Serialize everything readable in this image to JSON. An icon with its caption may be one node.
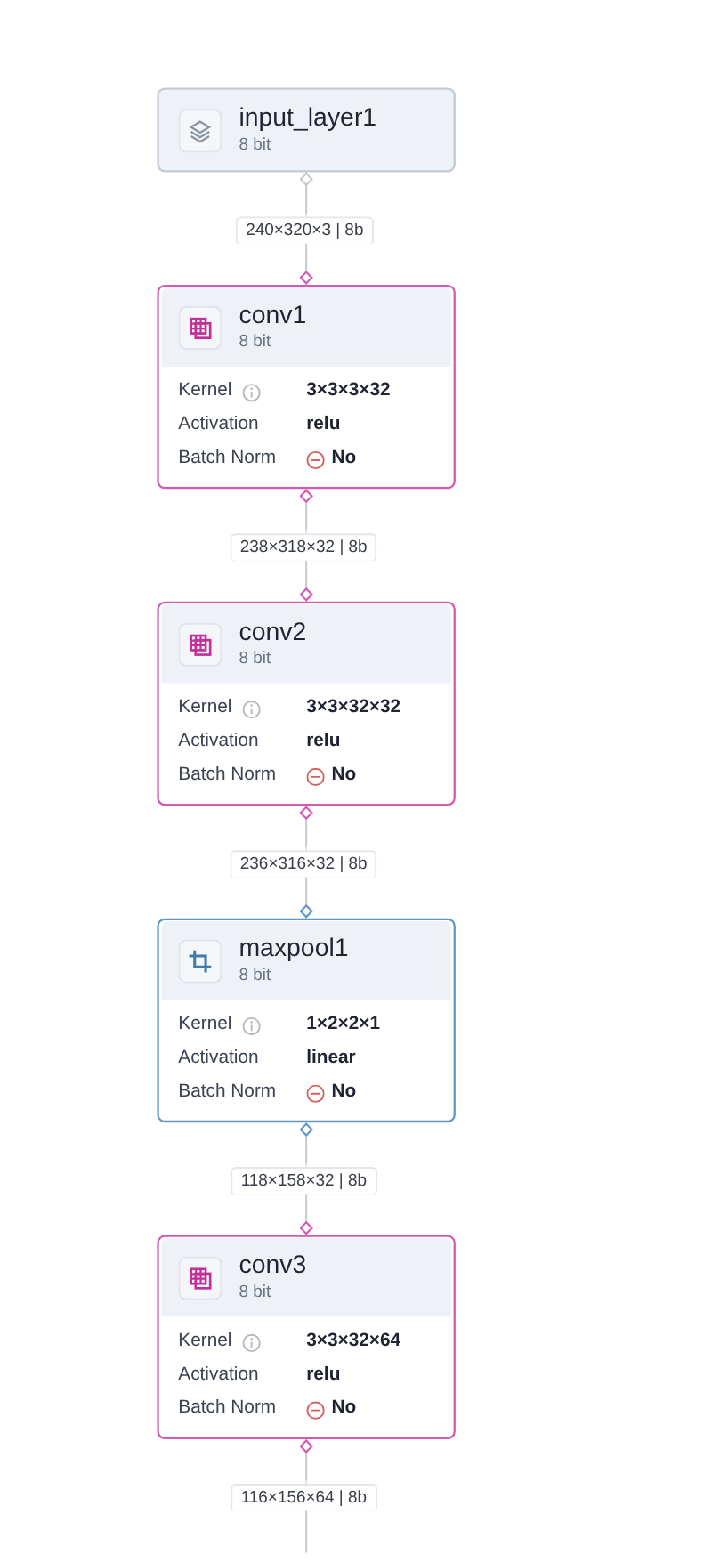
{
  "diagram": {
    "nodes": [
      {
        "text": [
          "input_layer1",
          "8 bit"
        ]
      },
      {
        "text": [
          "conv1",
          "8 bit",
          "Kernel",
          "3×3×3×32",
          "Activation",
          "relu",
          "Batch Norm",
          "No"
        ]
      },
      {
        "text": [
          "conv2",
          "8 bit",
          "Kernel",
          "3×3×32×32",
          "Activation",
          "relu",
          "Batch Norm",
          "No"
        ]
      },
      {
        "text": [
          "maxpool1",
          "8 bit",
          "Kernel",
          "1×2×2×1",
          "Activation",
          "linear",
          "Batch Norm",
          "No"
        ]
      },
      {
        "text": [
          "conv3",
          "8 bit",
          "Kernel",
          "3×3×32×64",
          "Activation",
          "relu",
          "Batch Norm",
          "No"
        ]
      }
    ],
    "edges": [
      {
        "from": 0,
        "to": 1,
        "arrow": "other",
        "label": "240×320×3 | 8b"
      },
      {
        "from": 1,
        "to": 2,
        "arrow": "other",
        "label": "238×318×32 | 8b"
      },
      {
        "from": 2,
        "to": 3,
        "arrow": "other",
        "label": "236×316×32 | 8b"
      },
      {
        "from": 3,
        "to": 4,
        "arrow": "other",
        "label": "118×158×32 | 8b"
      },
      {
        "from": 4,
        "to": null,
        "arrow": "other",
        "label": "116×156×64 | 8b"
      }
    ]
  }
}
